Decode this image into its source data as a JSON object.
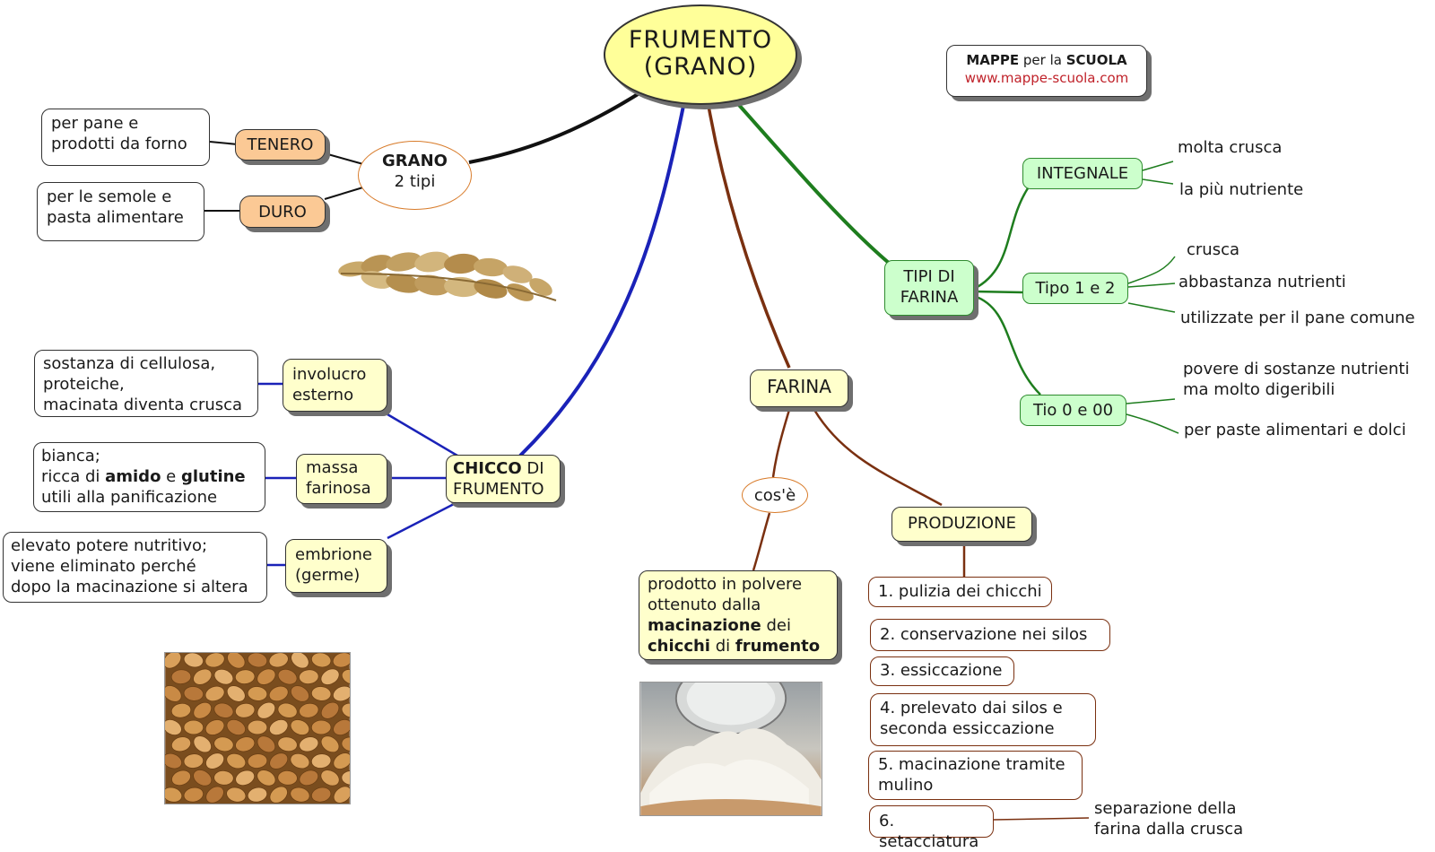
{
  "root": {
    "line1": "FRUMENTO",
    "line2": "(GRANO)"
  },
  "badge": {
    "mappe": "MAPPE",
    "per_la": "per la",
    "scuola": "SCUOLA",
    "url": "www.mappe-scuola.com"
  },
  "grano": {
    "title": "GRANO",
    "subtitle": "2 tipi",
    "tenero": "TENERO",
    "tenero_desc": "per pane e\nprodotti da forno",
    "duro": "DURO",
    "duro_desc": "per le semole e\npasta alimentare"
  },
  "chicco": {
    "title_bold": "CHICCO",
    "title_rest": " DI\nFRUMENTO",
    "involucro": "involucro\nesterno",
    "involucro_desc": "sostanza di cellulosa,\nproteiche,\nmacinata diventa crusca",
    "massa": "massa\nfarinosa",
    "massa_desc": {
      "l1": "bianca;",
      "l2a": "ricca di ",
      "l2b": "amido",
      "l2c": " e ",
      "l2d": "glutine",
      "l3": "utili alla panificazione"
    },
    "embrione": "embrione\n(germe)",
    "embrione_desc": "elevato potere nutritivo;\nviene eliminato perché\ndopo la macinazione si altera"
  },
  "farina": {
    "title": "FARINA",
    "cose": "cos'è",
    "def": {
      "l1": "prodotto in polvere",
      "l2": "ottenuto dalla",
      "l3": "macinazione",
      "l3b": " dei",
      "l4a": "chicchi",
      "l4b": " di ",
      "l4c": "frumento"
    },
    "produzione": "PRODUZIONE",
    "steps": [
      "1. pulizia dei chicchi",
      "2. conservazione nei silos",
      "3. essiccazione",
      "4. prelevato dai silos e\n    seconda essiccazione",
      "5. macinazione tramite\n    mulino",
      "6. setacciatura"
    ],
    "step6_note": "separazione della\nfarina dalla crusca"
  },
  "tipi": {
    "title": "TIPI DI\nFARINA",
    "integrale": "INTEGNALE",
    "integrale_notes": [
      "molta crusca",
      "la più nutriente"
    ],
    "tipo12": "Tipo 1 e 2",
    "tipo12_notes": [
      "crusca",
      "abbastanza nutrienti",
      "utilizzate per il pane comune"
    ],
    "tipo000": "Tio 0 e 00",
    "tipo000_notes": [
      "povere di sostanze nutrienti\nma molto digeribili",
      "per paste alimentari e dolci"
    ]
  },
  "colors": {
    "black_branch": "#111111",
    "blue_branch": "#1a22b8",
    "brown_branch": "#7a3010",
    "green_branch": "#1e7d1e",
    "root_fill": "#ffff99",
    "peach": "#fbc995",
    "yellow_box": "#ffffcc",
    "green_box": "#ccffcc"
  },
  "images": {
    "wheat_ear": "wheat-ear-image",
    "grains": "wheat-grains-image",
    "flour": "flour-pile-image"
  }
}
